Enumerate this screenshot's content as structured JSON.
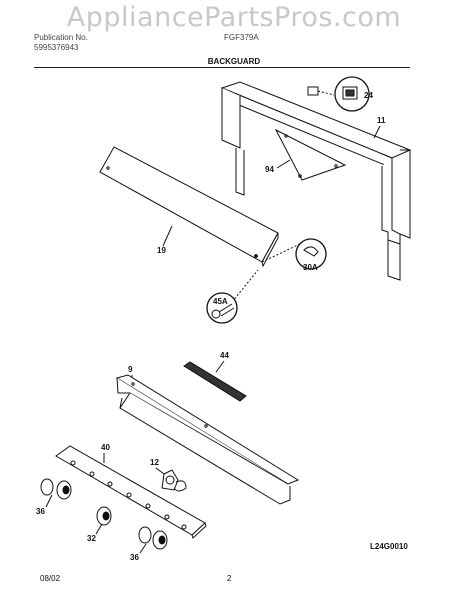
{
  "watermark": "AppliancePartsPros.com",
  "header": {
    "publication_label": "Publication No.",
    "publication_number": "5995376943",
    "model": "FGF379A"
  },
  "section_title": "BACKGUARD",
  "diagram_code": "L24G0010",
  "footer": {
    "date": "08/02",
    "page": "2"
  },
  "callouts": {
    "c24": "24",
    "c11": "11",
    "c94": "94",
    "c19": "19",
    "c30a": "30A",
    "c45a": "45A",
    "c44": "44",
    "c9": "9",
    "c12": "12",
    "c40": "40",
    "c36a": "36",
    "c32": "32",
    "c36b": "36"
  }
}
